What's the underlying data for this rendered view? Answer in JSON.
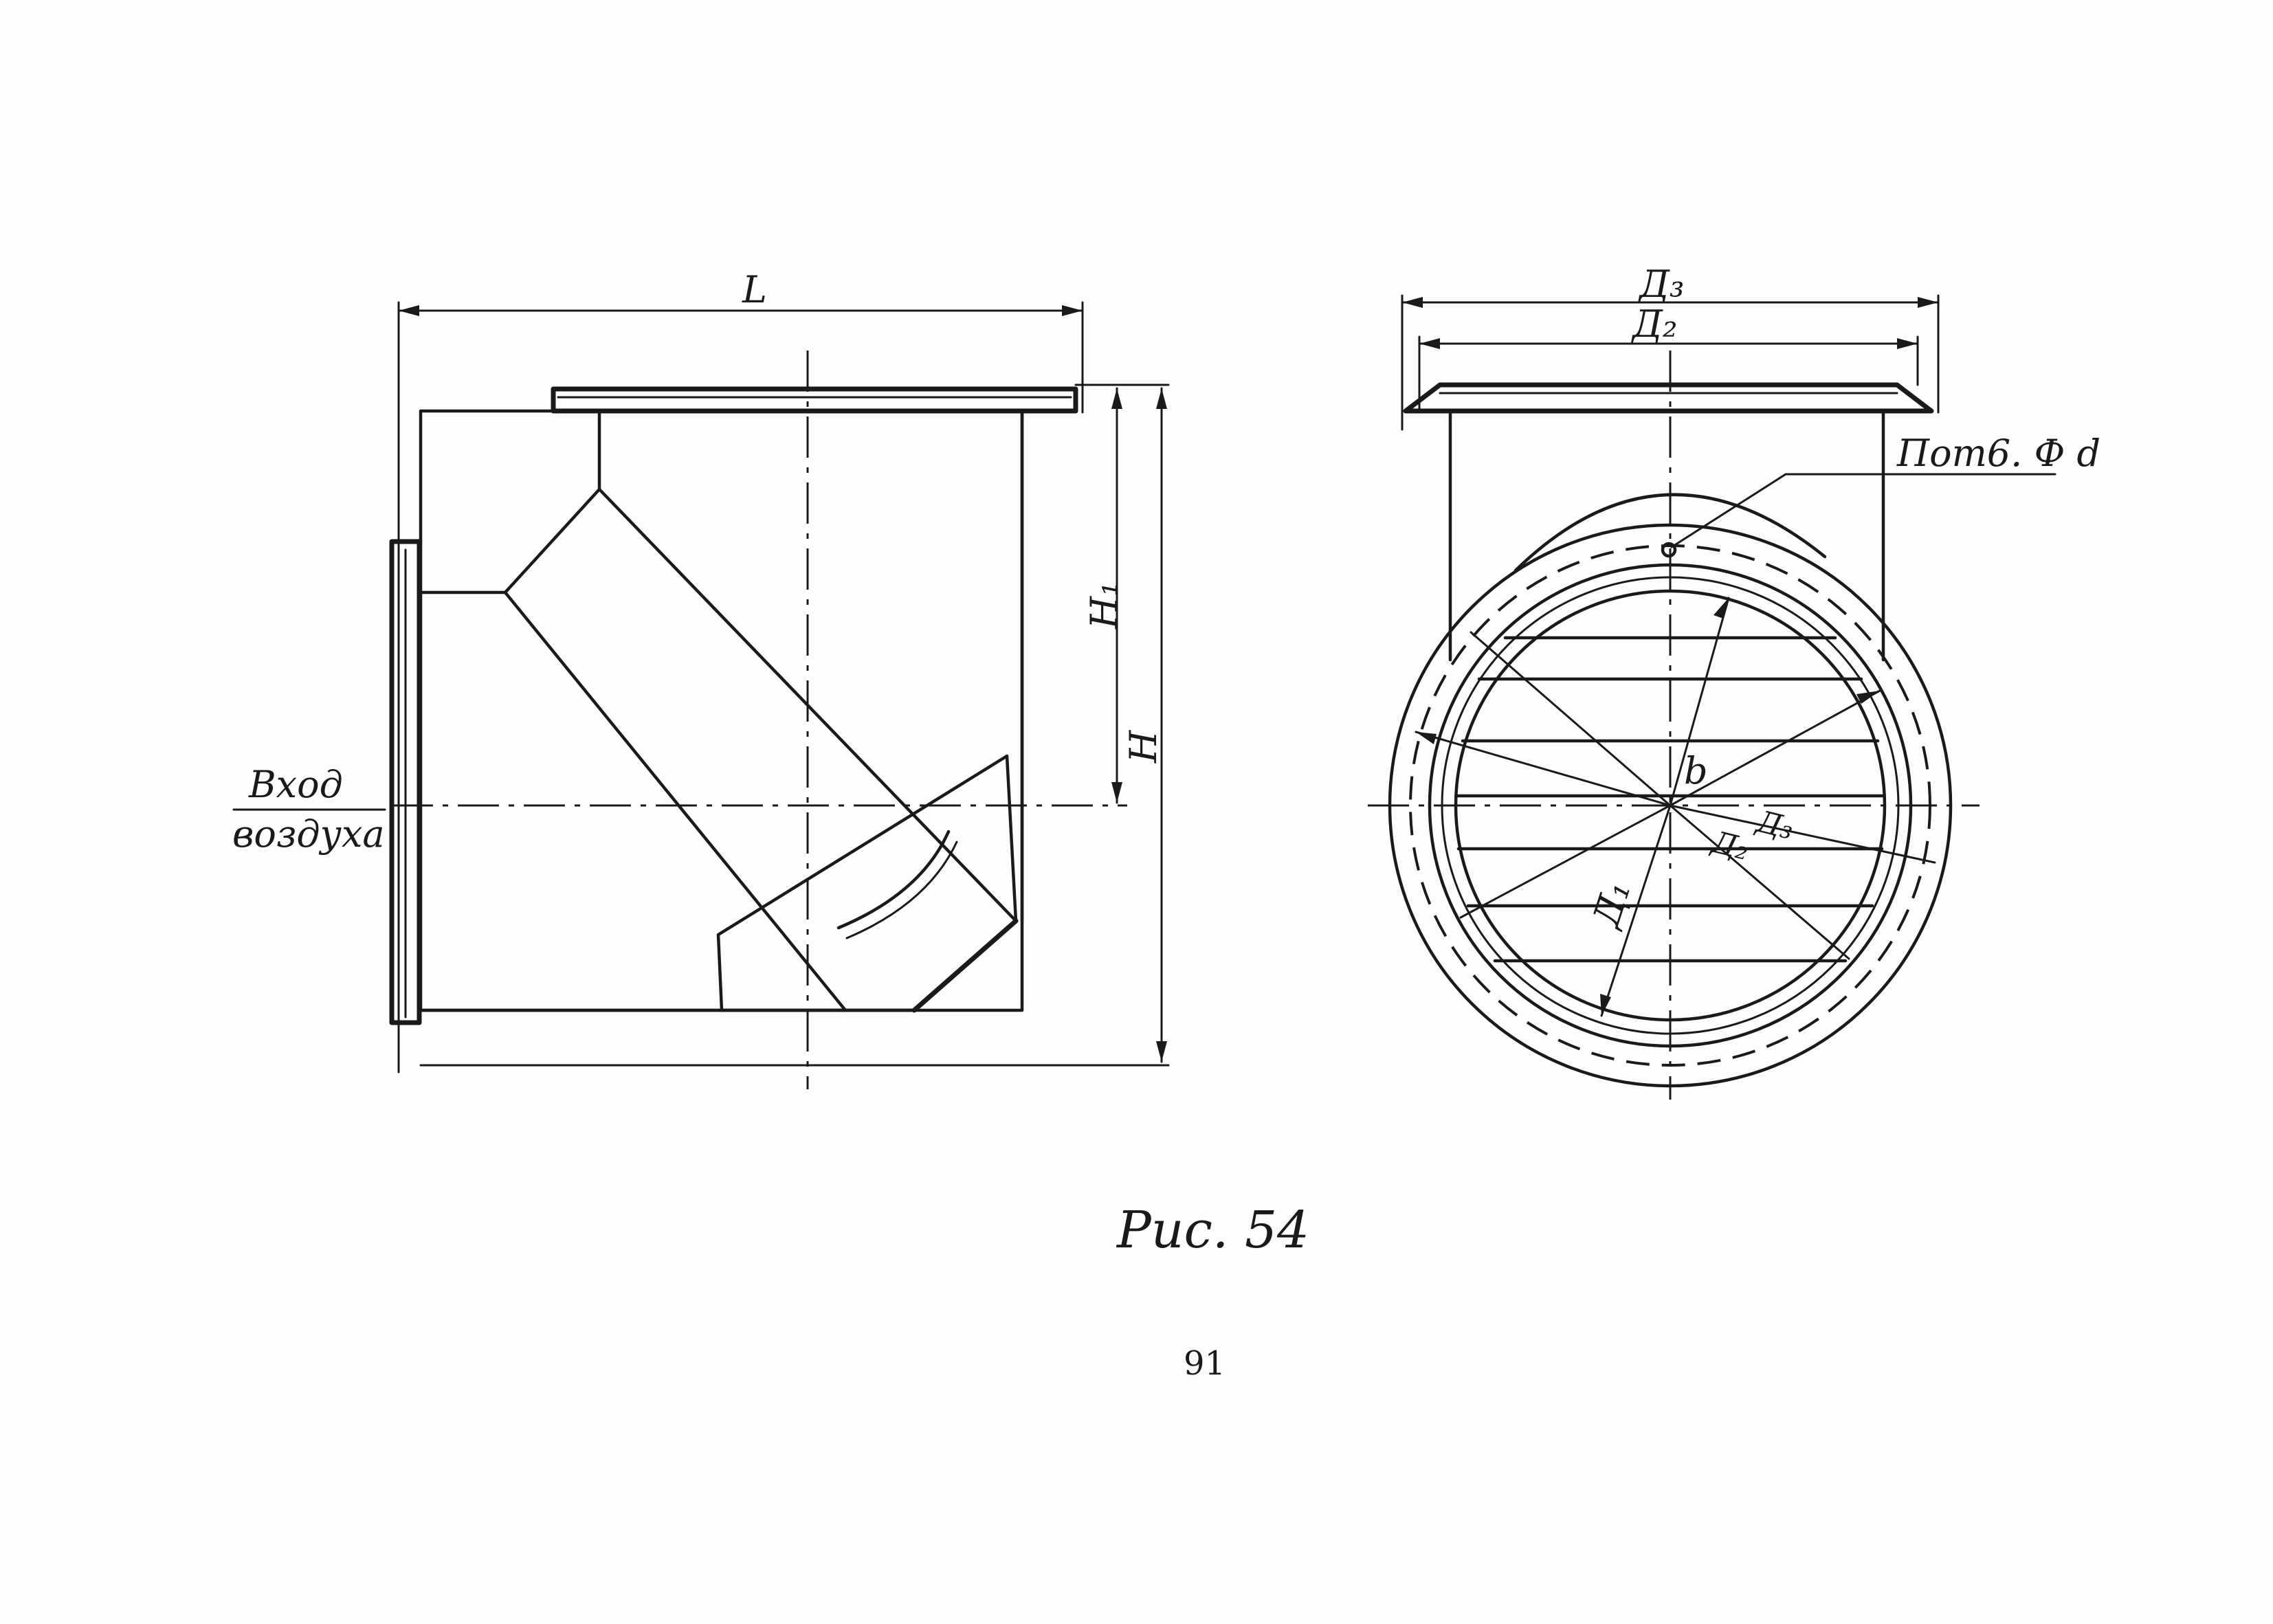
{
  "labels": {
    "length": "L",
    "height": "H",
    "height_1": "H₁",
    "air_inlet_top": "Вход",
    "air_inlet_bottom": "воздуха",
    "diameter_3": "Д₃",
    "diameter_2": "Д₂",
    "hole": "Пот6. Ф d",
    "radius_b": "b",
    "diameter_1": "Д₁",
    "radius_3_inner": "Д₂",
    "radius_1_inner": "Д₃"
  },
  "caption": "Рис. 54",
  "page_number": "91"
}
